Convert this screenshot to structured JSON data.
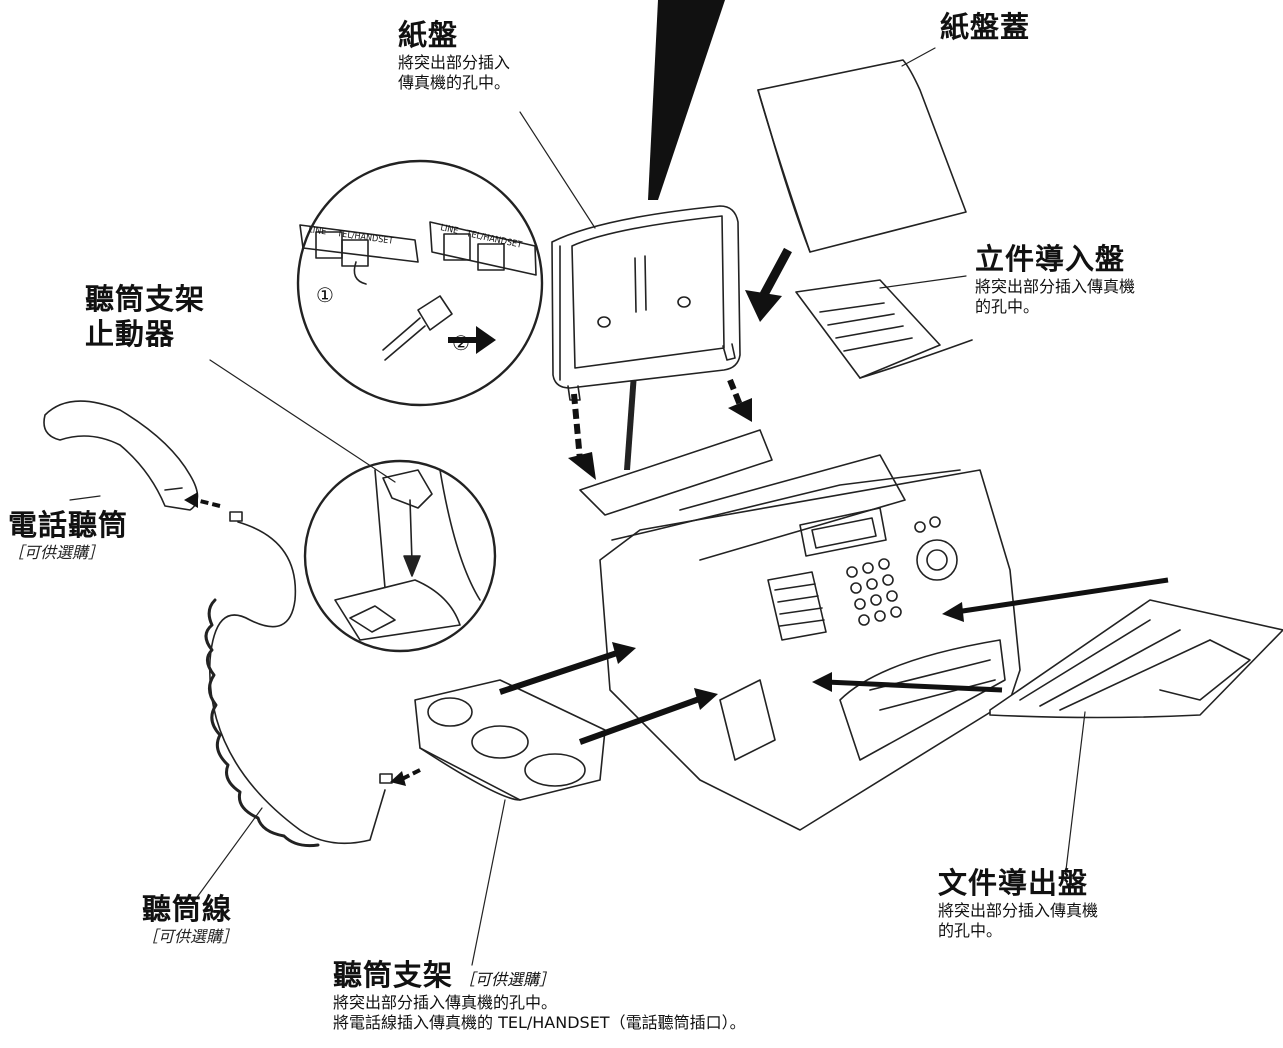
{
  "paper_tray": {
    "title": "紙盤",
    "note_1": "將突出部分插入",
    "note_2": "傳真機的孔中。"
  },
  "paper_tray_cover": {
    "title": "紙盤蓋"
  },
  "doc_guide": {
    "title": "立件導入盤",
    "note_1": "將突出部分插入傳真機",
    "note_2": "的孔中。"
  },
  "handset_stopper": {
    "title_1": "聽筒支架",
    "title_2": "止動器"
  },
  "handset": {
    "title": "電話聽筒",
    "option": "［可供選購］"
  },
  "handset_cord": {
    "title": "聽筒線",
    "option": "［可供選購］"
  },
  "handset_cradle": {
    "title": "聽筒支架",
    "option": "［可供選購］",
    "note_1": "將突出部分插入傳真機的孔中。",
    "note_2": "將電話線插入傳真機的 TEL/HANDSET（電話聽筒插口）。"
  },
  "doc_exit": {
    "title": "文件導出盤",
    "note_1": "將突出部分插入傳真機",
    "note_2": "的孔中。"
  },
  "jack_inset": {
    "line": "LINE",
    "tel": "TEL/HANDSET",
    "line_2": "LINE",
    "tel_2": "TEL/HANDSET",
    "step_1": "①",
    "step_2": "②"
  }
}
